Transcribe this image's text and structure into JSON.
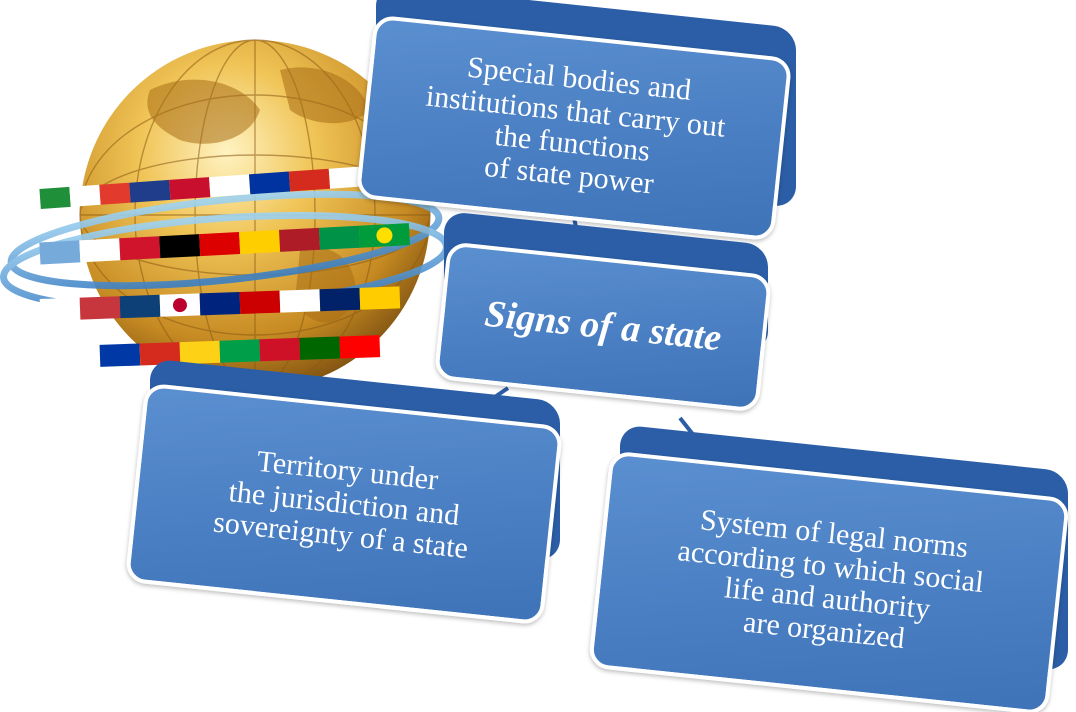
{
  "diagram": {
    "center": {
      "label": "Signs of a state"
    },
    "top": {
      "lines": [
        "Special bodies and",
        "institutions that carry out",
        "the functions",
        "of state power"
      ]
    },
    "left": {
      "lines": [
        "Territory under",
        "the jurisdiction and",
        "sovereignty of a state"
      ]
    },
    "right": {
      "lines": [
        "System of legal norms",
        "according to which social",
        "life and authority",
        "are organized"
      ]
    }
  },
  "colors": {
    "box_face": "#4a7fc3",
    "box_side": "#2b5ea6",
    "box_text": "#ffffff",
    "connector": "#2b5ea6",
    "globe_gold": "#d9a53a"
  },
  "illustration": {
    "icon": "globe-with-flags-icon"
  }
}
